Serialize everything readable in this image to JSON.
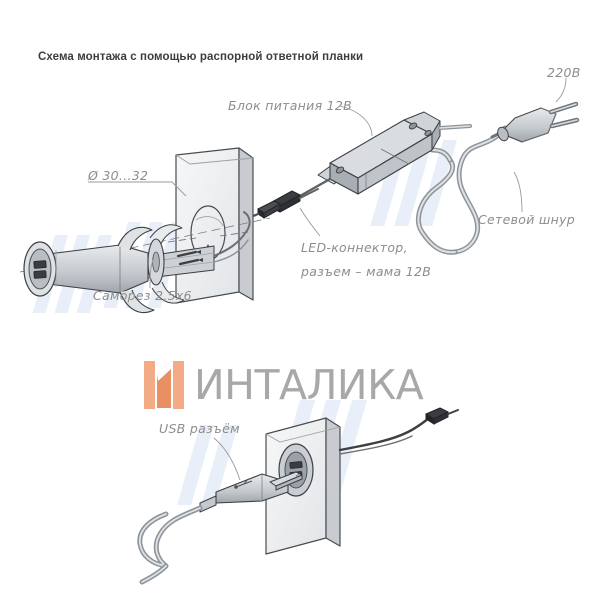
{
  "page": {
    "title": "Схема монтажа с помощью распорной ответной планки",
    "background_color": "#ffffff"
  },
  "colors": {
    "title_text": "#3d3d3d",
    "callout_text": "#8d8d8d",
    "metal_light": "#e4e6e8",
    "metal_mid": "#c2c6ca",
    "metal_dark": "#9aa0a6",
    "outline": "#3a3a3a",
    "connector_dark": "#2f3136",
    "panel_face": "#eef0f2",
    "panel_edge": "#cfd3d7",
    "watermark_blue": "#e8eef7",
    "logo_orange": "#f0a07a",
    "logo_grey": "#a8a8a8"
  },
  "watermark": {
    "brand_text": "ИНТАЛИКА",
    "mark_name": "intalika-door-logo",
    "pattern_name": "diagonal-blue-watermark"
  },
  "diagram_top": {
    "name": "mounting-scheme-with-spring-bracket",
    "labels": {
      "power_supply": "Блок питания 12В",
      "mains_voltage": "220В",
      "mains_cord": "Сетевой шнур",
      "led_connector_line1": "LED-коннектор,",
      "led_connector_line2": "разъем – мама 12В",
      "hole_diameter": "Ø 30...32",
      "screw": "Саморез 2,5х6"
    },
    "parts": [
      {
        "name": "usb-socket-fixture",
        "label": "USB socket body with spring clips"
      },
      {
        "name": "mounting-panel",
        "label": "Panel with round cut-out"
      },
      {
        "name": "power-supply-block",
        "label": "12V power supply"
      },
      {
        "name": "mains-plug",
        "label": "220V plug"
      },
      {
        "name": "led-connector",
        "label": "LED connector female 12V"
      }
    ]
  },
  "diagram_bottom": {
    "name": "installed-usb-socket-scheme",
    "labels": {
      "usb_connector": "USB разъём"
    },
    "parts": [
      {
        "name": "installed-panel",
        "label": "Panel with installed socket"
      },
      {
        "name": "usb-cable-plug",
        "label": "USB type-A plug"
      },
      {
        "name": "rear-cable",
        "label": "Rear supply cable"
      }
    ]
  }
}
